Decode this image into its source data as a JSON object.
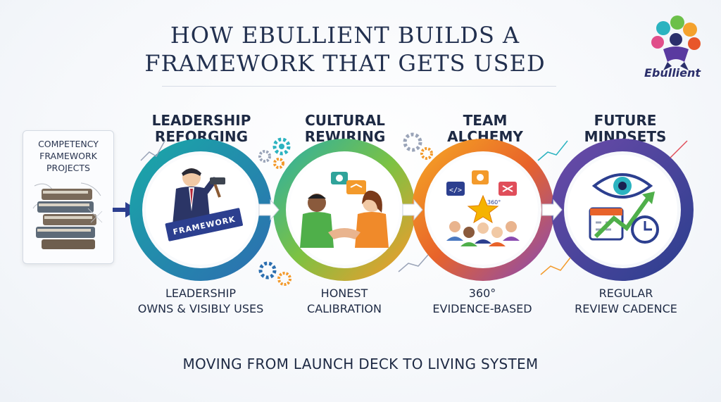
{
  "title_line1": "HOW EBULLIENT BUILDS A",
  "title_line2": "FRAMEWORK THAT GETS USED",
  "logo": {
    "text": "Ebullient",
    "icon": "ebullient-logo-icon"
  },
  "source": {
    "label": "COMPETENCY\nFRAMEWORK\nPROJECTS",
    "icon": "dusty-books-icon"
  },
  "stages": [
    {
      "title": "LEADERSHIP\nREFORGING",
      "caption": "LEADERSHIP\nOWNS & VISIBLY USES",
      "icon": "leader-hammer-icon",
      "sign_text": "FRAMEWORK"
    },
    {
      "title": "CULTURAL\nREWIRING",
      "caption": "HONEST\nCALIBRATION",
      "icon": "handshake-icon"
    },
    {
      "title": "TEAM\nALCHEMY",
      "caption": "360°\nEVIDENCE-BASED",
      "icon": "team-star-icon",
      "badge_text": "360°"
    },
    {
      "title": "FUTURE\nMINDSETS",
      "caption": "REGULAR\nREVIEW CADENCE",
      "icon": "eye-growth-icon"
    }
  ],
  "tagline": "MOVING FROM LAUNCH DECK TO LIVING SYSTEM",
  "colors": {
    "teal": "#1aa7a8",
    "green": "#5bb84a",
    "orange": "#f39a2b",
    "purple": "#6a4aa8",
    "navy": "#2c3f8f",
    "text": "#1e2a44"
  }
}
